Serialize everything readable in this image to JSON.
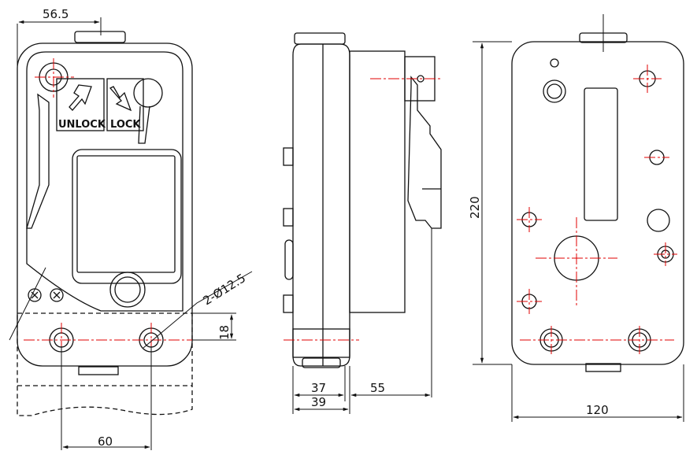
{
  "colors": {
    "line": "#111111",
    "center": "#e00000"
  },
  "front_view": {
    "unlock_label": "UNLOCK",
    "lock_label": "LOCK",
    "dim_top": "56.5",
    "dim_holes": "2-Ø12.5",
    "dim_18": "18",
    "dim_60": "60"
  },
  "side_view": {
    "dim_37": "37",
    "dim_39": "39",
    "dim_55": "55"
  },
  "back_view": {
    "dim_220": "220",
    "dim_120": "120"
  }
}
